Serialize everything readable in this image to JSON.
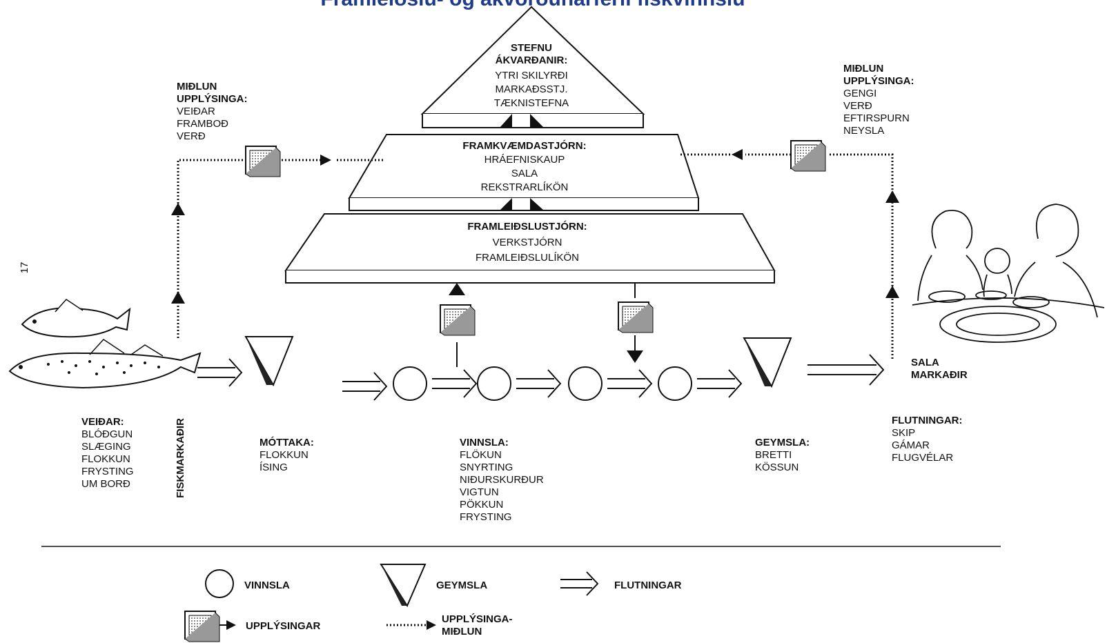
{
  "title": "Framleiðslu- og ákvörðunarferli fiskvinnslu",
  "page_number": "17",
  "pyramid": {
    "top": {
      "heading1": "STEFNU",
      "heading2": "ÁKVARÐANIR:",
      "items": [
        "YTRI SKILYRÐI",
        "MARKAÐSSTJ.",
        "TÆKNISTEFNA"
      ]
    },
    "middle": {
      "heading": "FRAMKVÆMDASTJÓRN:",
      "items": [
        "HRÁEFNISKAUP",
        "SALA",
        "REKSTRARLÍKÖN"
      ]
    },
    "bottom": {
      "heading": "FRAMLEIÐSLUSTJÓRN:",
      "items": [
        "VERKSTJÓRN",
        "FRAMLEIÐSLULÍKÖN"
      ]
    }
  },
  "left_info": {
    "heading1": "MIÐLUN",
    "heading2": "UPPLÝSINGA:",
    "items": [
      "VEIÐAR",
      "FRAMBOÐ",
      "VERÐ"
    ]
  },
  "right_info": {
    "heading1": "MIÐLUN",
    "heading2": "UPPLÝSINGA:",
    "items": [
      "GENGI",
      "VERÐ",
      "EFTIRSPURN",
      "NEYSLA"
    ]
  },
  "fiskmarkadir": "FISKMARKAÐIR",
  "sala": {
    "line1": "SALA",
    "line2": "MARKAÐIR"
  },
  "stages": {
    "veidar": {
      "heading": "VEIÐAR:",
      "items": [
        "BLÓÐGUN",
        "SLÆGING",
        "FLOKKUN",
        "FRYSTING",
        "UM BORÐ"
      ]
    },
    "mottaka": {
      "heading": "MÓTTAKA:",
      "items": [
        "FLOKKUN",
        "ÍSING"
      ]
    },
    "vinnsla": {
      "heading": "VINNSLA:",
      "items": [
        "FLÖKUN",
        "SNYRTING",
        "NIÐURSKURÐUR",
        "VIGTUN",
        "PÖKKUN",
        "FRYSTING"
      ]
    },
    "geymsla": {
      "heading": "GEYMSLA:",
      "items": [
        "BRETTI",
        "KÖSSUN"
      ]
    },
    "flutningar": {
      "heading": "FLUTNINGAR:",
      "items": [
        "SKIP",
        "GÁMAR",
        "FLUGVÉLAR"
      ]
    }
  },
  "legend": {
    "vinnsla": "VINNSLA",
    "geymsla": "GEYMSLA",
    "flutningar": "FLUTNINGAR",
    "upplysingar": "UPPLÝSINGAR",
    "midlun1": "UPPLÝSINGA-",
    "midlun2": "MIÐLUN"
  },
  "colors": {
    "title": "#1f3b8a",
    "ink": "#111111"
  }
}
